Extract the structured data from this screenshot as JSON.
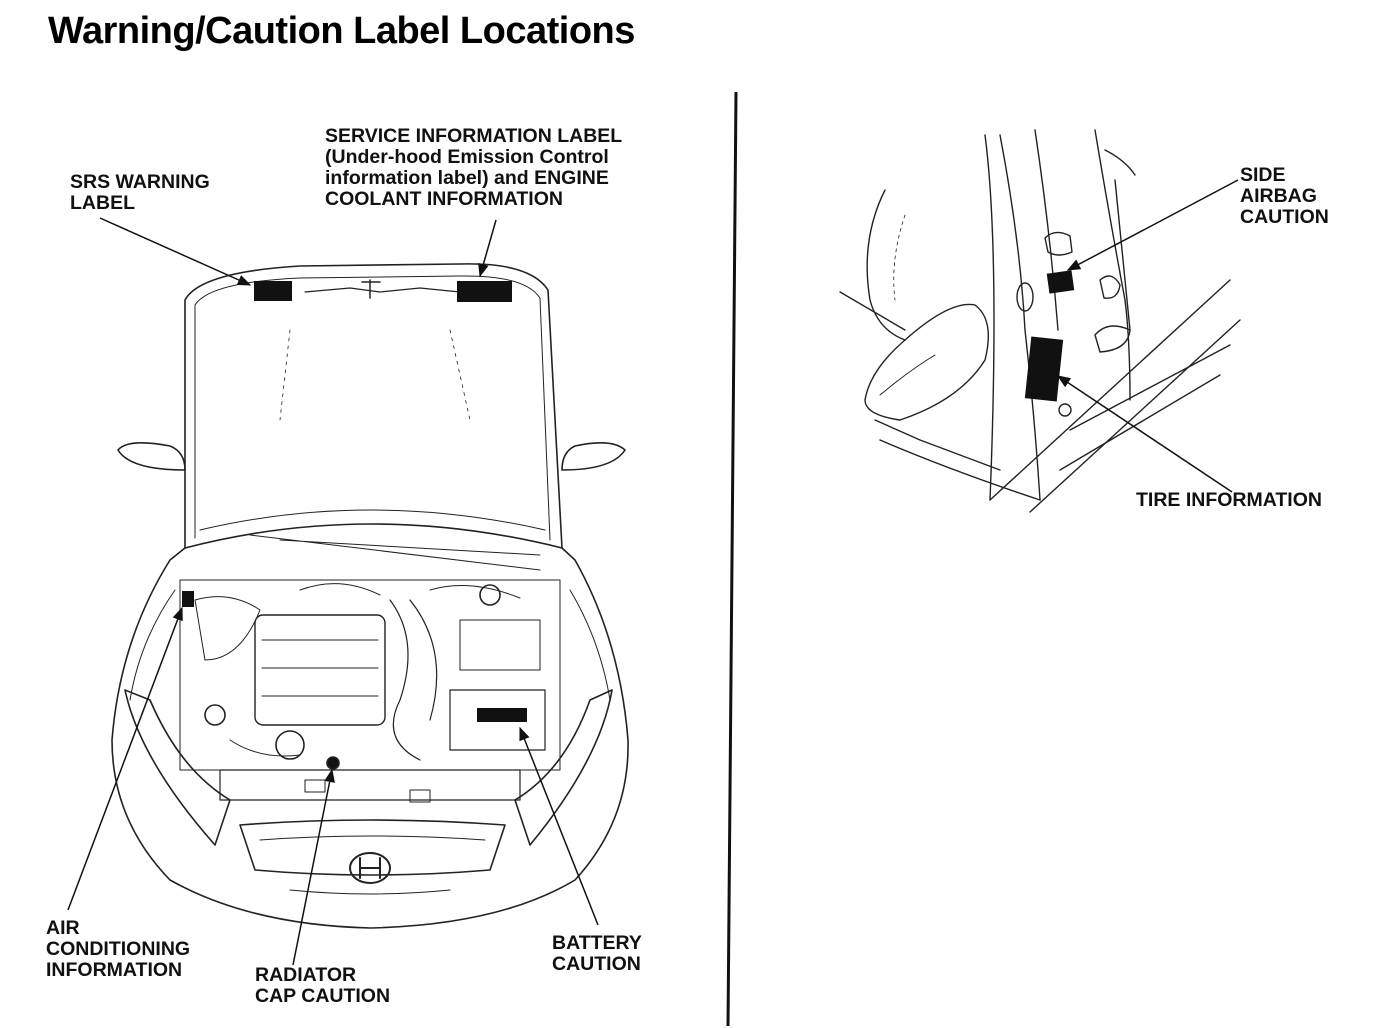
{
  "title": "Warning/Caution Label Locations",
  "labels": {
    "srs_warning": [
      "SRS WARNING",
      "LABEL"
    ],
    "service_info": [
      "SERVICE INFORMATION LABEL",
      "(Under-hood Emission Control",
      "information label) and ENGINE",
      "COOLANT INFORMATION"
    ],
    "air_conditioning": [
      "AIR",
      "CONDITIONING",
      "INFORMATION"
    ],
    "radiator_cap": [
      "RADIATOR",
      "CAP CAUTION"
    ],
    "battery": [
      "BATTERY",
      "CAUTION"
    ],
    "side_airbag": [
      "SIDE",
      "AIRBAG",
      "CAUTION"
    ],
    "tire_info": [
      "TIRE INFORMATION"
    ]
  }
}
